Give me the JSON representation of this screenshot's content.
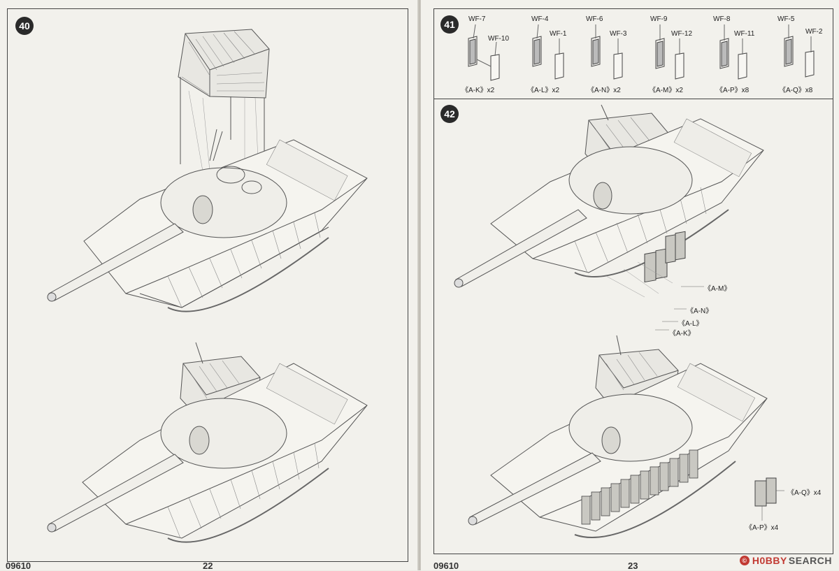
{
  "steps": {
    "s40": "40",
    "s41": "41",
    "s42": "42"
  },
  "footer": {
    "left_code": "09610",
    "left_page": "22",
    "right_code": "09610",
    "right_page": "23"
  },
  "step41_parts": [
    {
      "top_a": "WF-7",
      "top_b": "WF-10",
      "label": "《A-K》x2"
    },
    {
      "top_a": "WF-4",
      "top_b": "WF-1",
      "label": "《A-L》x2"
    },
    {
      "top_a": "WF-6",
      "top_b": "WF-3",
      "label": "《A-N》x2"
    },
    {
      "top_a": "WF-9",
      "top_b": "WF-12",
      "label": "《A-M》x2"
    },
    {
      "top_a": "WF-8",
      "top_b": "WF-11",
      "label": "《A-P》x8"
    },
    {
      "top_a": "WF-5",
      "top_b": "WF-2",
      "label": "《A-Q》x8"
    }
  ],
  "step42_upper_callouts": [
    "《A-M》",
    "《A-N》",
    "《A-L》",
    "《A-K》"
  ],
  "step42_lower_callouts": [
    "《A-Q》x4",
    "《A-P》x4"
  ],
  "watermark": {
    "hobby": "H0BBY",
    "search": "SEARCH",
    "mark": "©"
  }
}
